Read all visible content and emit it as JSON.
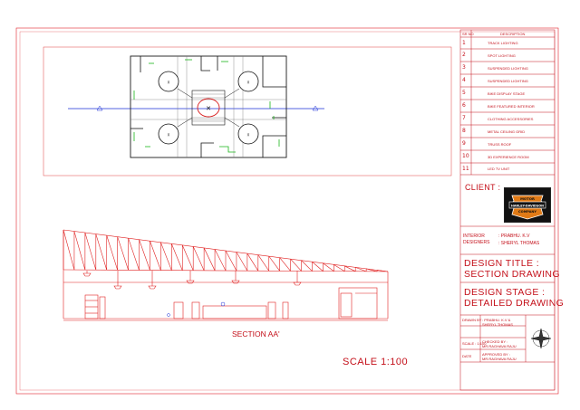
{
  "legend": {
    "header_no": "SR NO",
    "header_desc": "DESCRIPTION",
    "rows": [
      {
        "no": "1",
        "desc": "TRACK LIGHTING"
      },
      {
        "no": "2",
        "desc": "SPOT LIGHTING"
      },
      {
        "no": "3",
        "desc": "SUSPENDED LIGHTING"
      },
      {
        "no": "4",
        "desc": "SUSPENDED LIGHTING"
      },
      {
        "no": "5",
        "desc": "BIKE DISPLAY STAGE"
      },
      {
        "no": "6",
        "desc": "BIKE FEATURED INTERIOR"
      },
      {
        "no": "7",
        "desc": "CLOTHING ACCESSORIES"
      },
      {
        "no": "8",
        "desc": "METAL CEILING GRID"
      },
      {
        "no": "9",
        "desc": "TRUSS ROOF"
      },
      {
        "no": "10",
        "desc": "3D EXPERIENCE ROOM"
      },
      {
        "no": "11",
        "desc": "LED TV UNIT"
      }
    ]
  },
  "client_label": "CLIENT :",
  "logo": {
    "top": "MOTOR",
    "mid": "HARLEY-DAVIDSON",
    "bottom": "COMPANY"
  },
  "designers_label": "INTERIOR DESIGNERS",
  "designers": [
    ": PRABHU. K.V",
    ": SHERYL THOMAS"
  ],
  "design_title_label": "DESIGN TITLE :",
  "design_title": "SECTION DRAWING",
  "design_stage_label": "DESIGN STAGE :",
  "design_stage": "DETAILED DRAWING",
  "info": {
    "drawn_by_label": "DRAWN BY",
    "drawn_by": ": PRABHU. K.V & SHERYL THOMAS",
    "scale_label": "SCALE : 1:100",
    "checked_by": "CHECKED BY : MR.RAGHAVA RAJU",
    "date_label": "DATE",
    "approved_by": "APPROVED BY : MR.RAGHAVA RAJU"
  },
  "section_label": "SECTION AA'",
  "scale_text": "SCALE 1:100"
}
